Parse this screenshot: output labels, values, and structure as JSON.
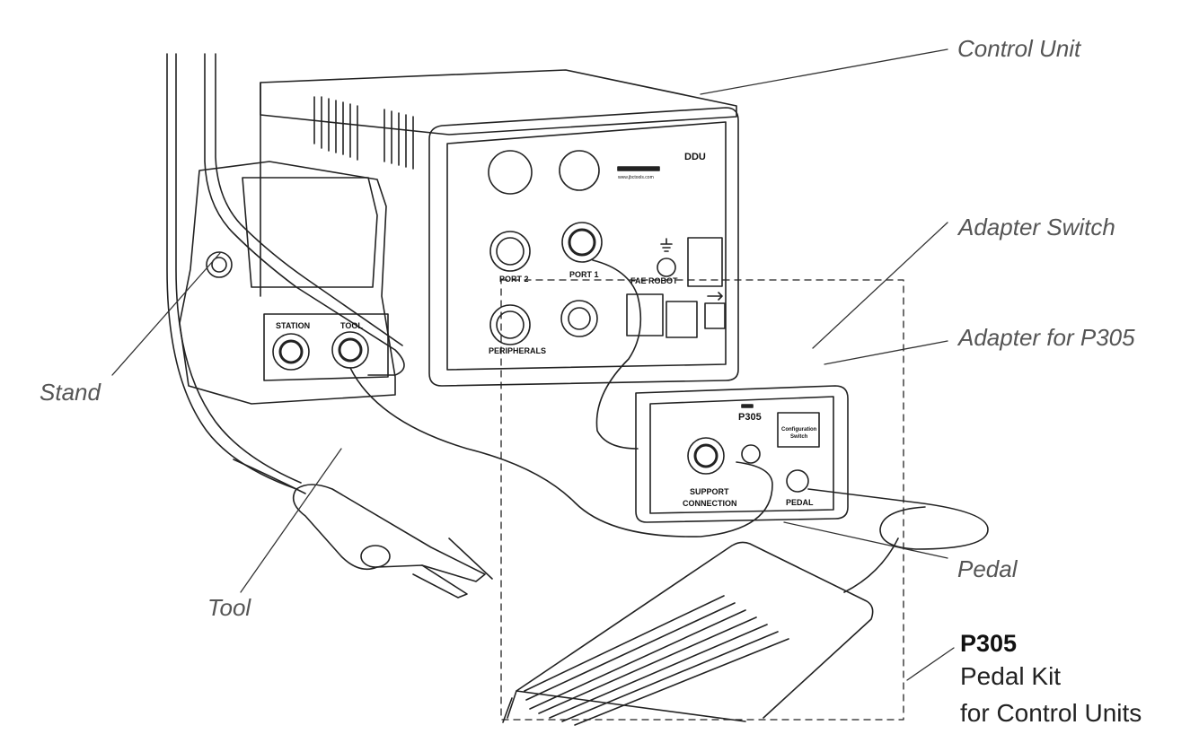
{
  "callouts": {
    "control_unit": "Control Unit",
    "adapter_switch": "Adapter Switch",
    "adapter_p305": "Adapter for P305",
    "stand": "Stand",
    "tool": "Tool",
    "pedal": "Pedal"
  },
  "kit": {
    "title": "P305",
    "line1": "Pedal Kit",
    "line2": "for Control Units"
  },
  "device_labels": {
    "ddu": "DDU",
    "url": "www.jbctools.com",
    "port2": "PORT 2",
    "port1": "PORT 1",
    "fae_robot": "FAE\nROBOT",
    "peripherals": "PERIPHERALS",
    "station": "STATION",
    "tool_port": "TOOL",
    "adapter_model": "P305",
    "config_switch_1": "Configuration",
    "config_switch_2": "Switch",
    "support_1": "SUPPORT",
    "support_2": "CONNECTION",
    "pedal_port": "PEDAL"
  }
}
